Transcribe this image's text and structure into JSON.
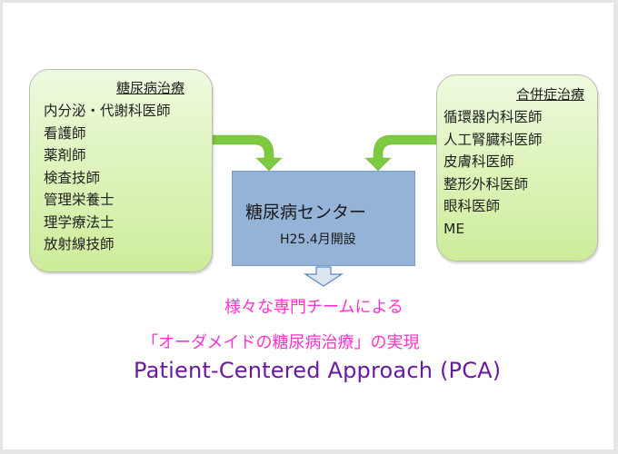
{
  "left_group": {
    "title": "糖尿病治療",
    "items": [
      "内分泌・代謝科医師",
      "看護師",
      "薬剤師",
      "検査技師",
      "管理栄養士",
      "理学療法士",
      "放射線技師"
    ]
  },
  "right_group": {
    "title": "合併症治療",
    "items": [
      "循環器内科医師",
      "人工腎臓科医師",
      "皮膚科医師",
      "整形外科医師",
      "眼科医師",
      "ME"
    ]
  },
  "center": {
    "title": "糖尿病センター",
    "subtitle": "H25.4月開設"
  },
  "result": {
    "line1": "様々な専門チームによる",
    "line2": "「オーダメイドの糖尿病治療」の実現",
    "line3": "Patient-Centered Approach (PCA)"
  },
  "colors": {
    "green_arrow": "#7dc940",
    "box_blue": "#95b3d7",
    "pink_text": "#ff33cc",
    "purple_text": "#6a1aa0"
  }
}
